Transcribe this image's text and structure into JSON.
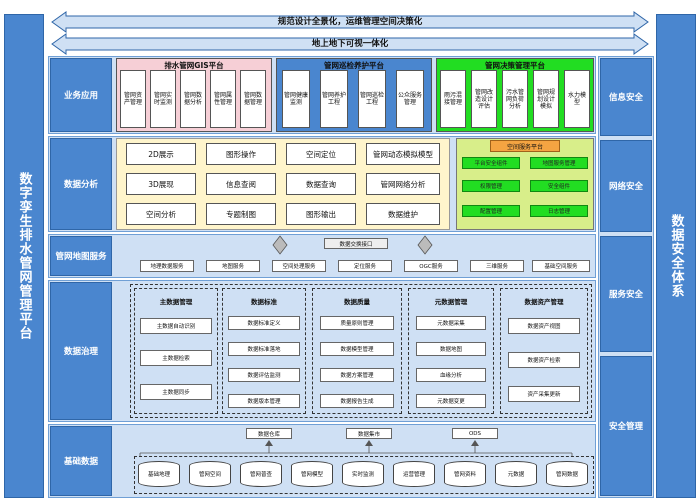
{
  "left_title": "数字孪生排水管网管理平台",
  "right_title": "数据安全体系",
  "top_arrow_1": "规范设计全景化，运维管理空间决策化",
  "top_arrow_2": "地上地下可视一体化",
  "rows": {
    "business": "业务应用",
    "analysis": "数据分析",
    "gis_service": "管网地图服务",
    "governance": "数据治理",
    "base": "基础数据"
  },
  "right_labels": [
    "信息安全",
    "网络安全",
    "服务安全",
    "安全管理"
  ],
  "platforms": [
    {
      "title": "排水管网GIS平台",
      "items": [
        "管网资产管理",
        "管网实时监测",
        "管网数据分析",
        "管网属性管理",
        "管网数据管理"
      ]
    },
    {
      "title": "管网巡检养护平台",
      "items": [
        "管网健康监测",
        "管网养护工程",
        "管网巡检工程",
        "公众服务管理"
      ]
    },
    {
      "title": "管网决策管理平台",
      "items": [
        "雨污混接管理",
        "管网改造设计评估",
        "污水管网负荷分析",
        "管网规划设计模拟",
        "水力模型"
      ]
    }
  ],
  "analysis_items": [
    "2D展示",
    "图形操作",
    "空间定位",
    "管网动态模拟模型",
    "3D展现",
    "信息查阅",
    "数据查询",
    "管网网络分析",
    "空间分析",
    "专题制图",
    "图形输出",
    "数据维护"
  ],
  "spatial_platform": {
    "title": "空间服务平台",
    "items": [
      "平台安全组件",
      "地图服务管理",
      "权限管理",
      "安全组件",
      "配置管理",
      "日志管理"
    ]
  },
  "data_exchange": "数据交换接口",
  "gis_services": [
    "地理数据服务",
    "地图服务",
    "空间处理服务",
    "定位服务",
    "OGC服务",
    "三维服务",
    "基础空间服务"
  ],
  "governance_groups": [
    {
      "title": "主数据管理",
      "items": [
        "主数据自动识别",
        "主数据检索",
        "主数据同步"
      ]
    },
    {
      "title": "数据标准",
      "items": [
        "数据标准定义",
        "数据标准落地",
        "数据评估监测",
        "数据版本管理"
      ]
    },
    {
      "title": "数据质量",
      "items": [
        "质量原则管理",
        "数据模型管理",
        "数据方案管理",
        "数据报告生成"
      ]
    },
    {
      "title": "元数据管理",
      "items": [
        "元数据采集",
        "数据地图",
        "血缘分析",
        "元数据变更"
      ]
    },
    {
      "title": "数据资产管理",
      "items": [
        "数据资产视图",
        "数据资产检索",
        "资产采集更新"
      ]
    }
  ],
  "storage": [
    "数据仓库",
    "数据集市",
    "ODS"
  ],
  "base_items": [
    "基础地理",
    "管网空间",
    "管网普查",
    "管网模型",
    "实时监测",
    "运营管理",
    "管网资料",
    "元数据",
    "管网数据"
  ],
  "colors": {
    "band": "#cfe0f4",
    "blue": "#4a86cf",
    "gis_platform": "#f6cfd6",
    "inspect_platform": "#4a86cf",
    "decision_platform": "#22dd22",
    "analysis_panel": "#fff5cc",
    "spatial_panel": "#d8ee8a"
  }
}
